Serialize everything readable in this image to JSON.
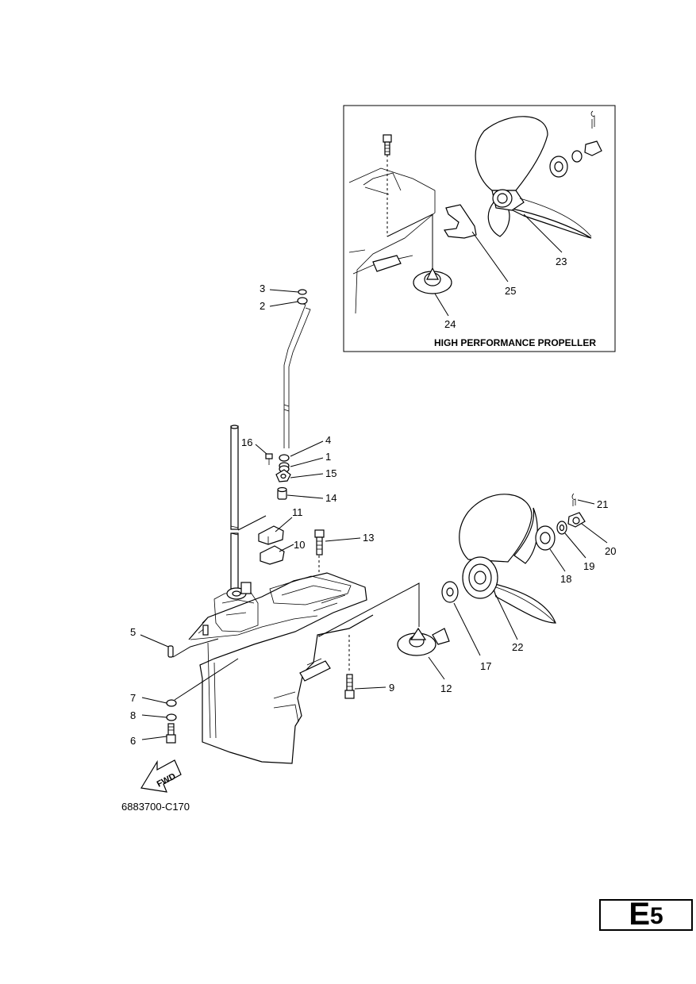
{
  "diagram_code": "6883700-C170",
  "inset_caption": "HIGH PERFORMANCE PROPELLER",
  "direction_label": "FWD",
  "page_badge": {
    "letter": "E",
    "number": "5"
  },
  "callouts": {
    "c1": "1",
    "c2": "2",
    "c3": "3",
    "c4": "4",
    "c5": "5",
    "c6": "6",
    "c7": "7",
    "c8": "8",
    "c9": "9",
    "c10": "10",
    "c11": "11",
    "c12": "12",
    "c13": "13",
    "c14": "14",
    "c15": "15",
    "c16": "16",
    "c17": "17",
    "c18": "18",
    "c19": "19",
    "c20": "20",
    "c21": "21",
    "c22": "22",
    "c23": "23",
    "c24": "24",
    "c25": "25"
  }
}
